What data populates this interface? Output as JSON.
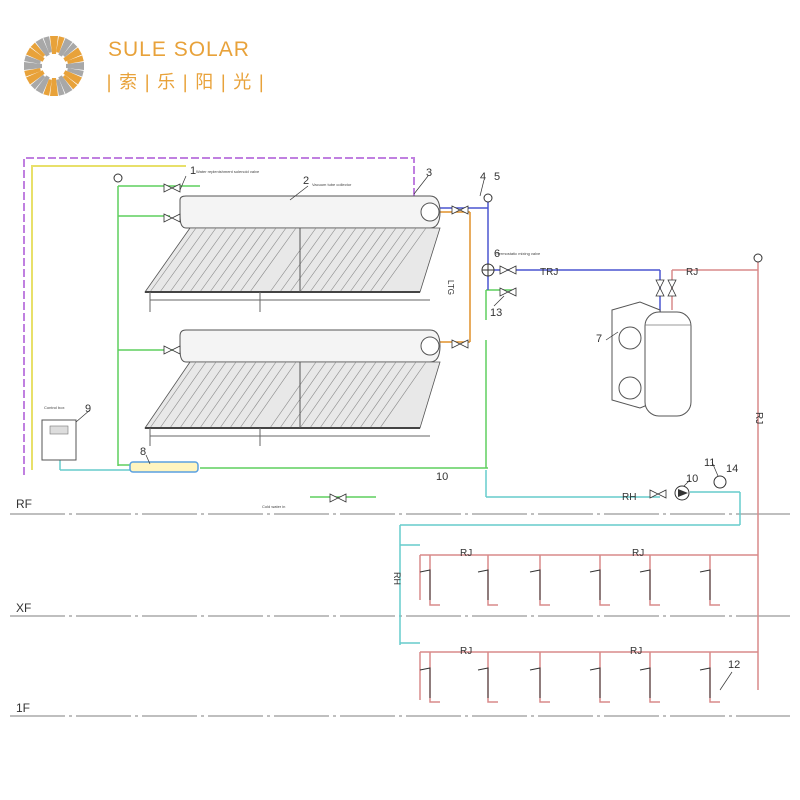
{
  "brand": {
    "name": "SULE SOLAR",
    "name_cn": "|索|乐|阳|光|",
    "colors": {
      "primary": "#e8a23a",
      "secondary": "#a8a8a8"
    }
  },
  "diagram": {
    "floors": [
      "RF",
      "XF",
      "1F"
    ],
    "component_numbers": [
      "1",
      "2",
      "3",
      "4",
      "5",
      "6",
      "7",
      "8",
      "9",
      "10",
      "11",
      "12",
      "13",
      "14"
    ],
    "annotations": {
      "valve_1": "Water replenishment solenoid valve",
      "collector_2": "Vacuum tube collector",
      "thermo_6": "Thermostatic mixing valve",
      "control_9": "Control box",
      "inlet": "Cold water in"
    },
    "pipe_labels": {
      "trj": "TRJ",
      "rj": "RJ",
      "rh": "RH",
      "rjv": "RJ",
      "ltg": "LTG",
      "rh_left": "RH"
    },
    "line_colors": {
      "green": "#5fcf5f",
      "cyan": "#66cccc",
      "purple": "#c080e0",
      "yellow": "#e8e06a",
      "orange": "#e0902a",
      "blue": "#4a55d0",
      "red": "#d88a8a"
    }
  }
}
